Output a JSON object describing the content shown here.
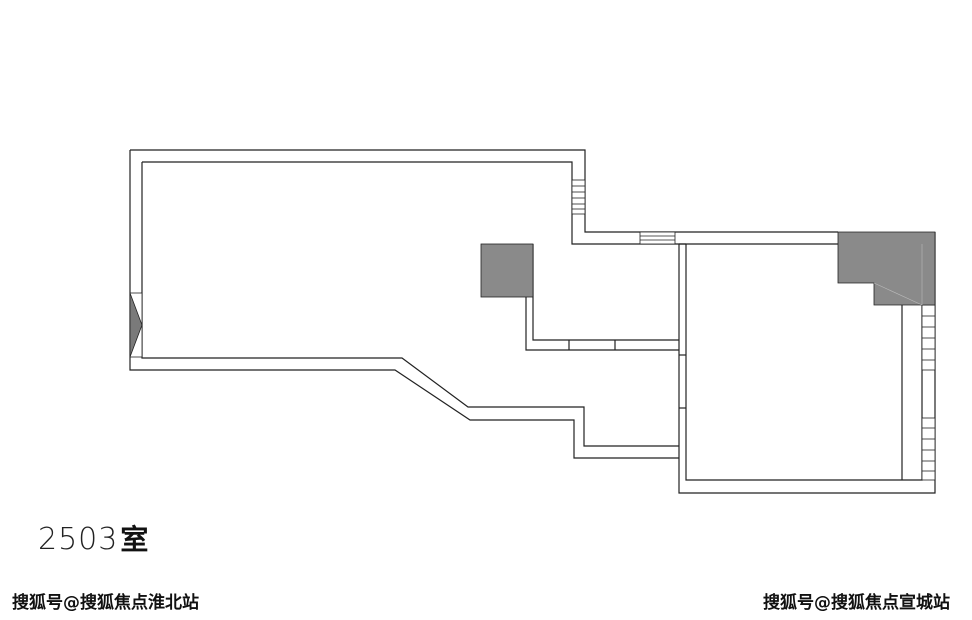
{
  "room": {
    "number": "2503",
    "suffix": "室"
  },
  "watermarks": {
    "left": "搜狐号@搜狐焦点淮北站",
    "right": "搜狐号@搜狐焦点宣城站"
  },
  "colors": {
    "wall": "#222222",
    "fill_gray": "#8a8a8a",
    "background": "#ffffff"
  }
}
